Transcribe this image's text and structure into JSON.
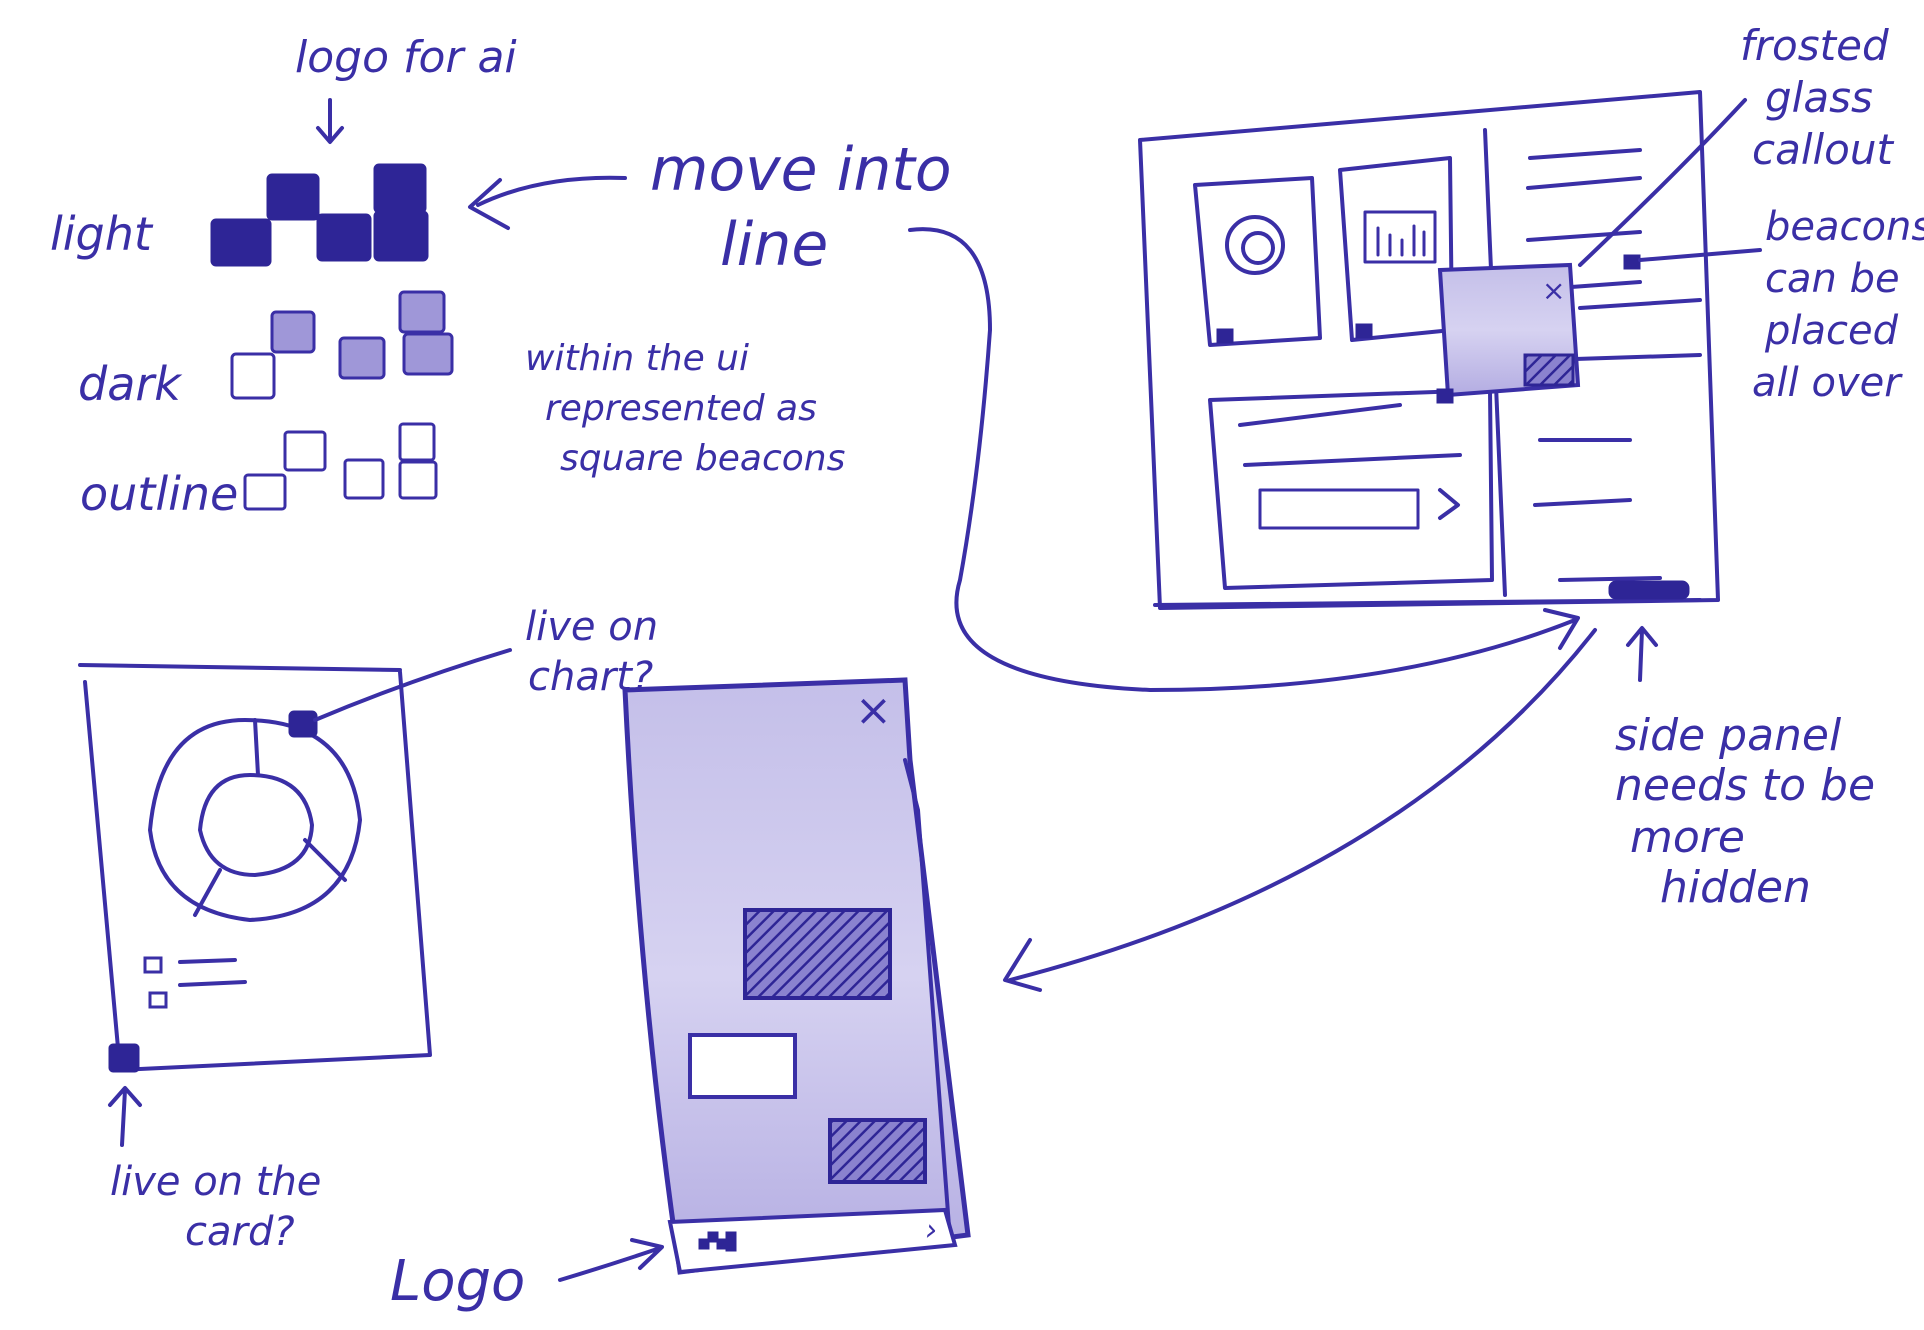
{
  "notes": {
    "logo_for_ai": "logo for ai",
    "light": "light",
    "dark": "dark",
    "outline": "outline",
    "move_into_line": [
      "move into",
      "line"
    ],
    "within_ui": [
      "within the ui",
      "represented as",
      "square beacons"
    ],
    "frosted": [
      "frosted",
      "glass",
      "callout"
    ],
    "beacons": [
      "beacons",
      "can be",
      "placed",
      "all over"
    ],
    "side_panel": [
      "side panel",
      "needs to be",
      "more",
      "hidden"
    ],
    "live_on_chart": [
      "live on",
      "chart?"
    ],
    "live_on_card": [
      "live on the",
      "card?"
    ],
    "logo": "Logo"
  },
  "icons": {
    "callout_close": "×",
    "panel_close": "×",
    "panel_expand": "›"
  },
  "colors": {
    "ink": "#3a2fa6",
    "beacon_light": "#2e2596",
    "beacon_dark": "#9f97d8",
    "frosted": "#b9b3e4"
  }
}
